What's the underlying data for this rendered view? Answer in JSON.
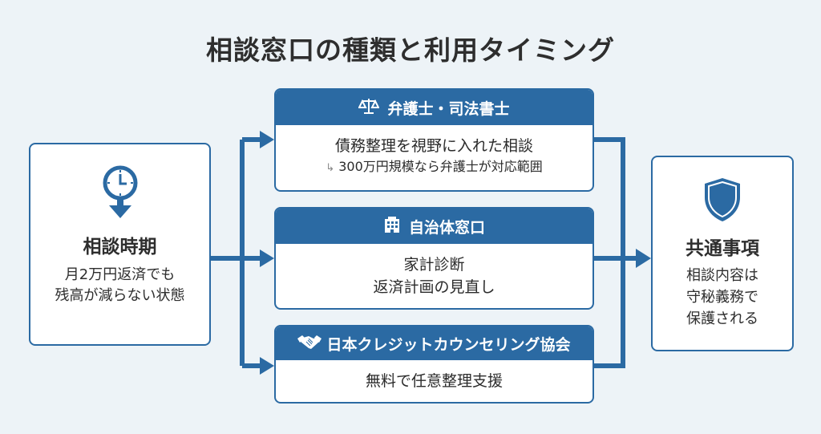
{
  "title": "相談窓口の種類と利用タイミング",
  "colors": {
    "accent": "#2b6aa3",
    "background": "#edf3f7",
    "text": "#2e2e2e"
  },
  "timing": {
    "icon": "clock-down-arrow-icon",
    "heading": "相談時期",
    "lines": [
      "月2万円返済でも",
      "残高が減らない状態"
    ]
  },
  "windows": [
    {
      "icon": "scales-icon",
      "title": "弁護士・司法書士",
      "main": "債務整理を視野に入れた相談",
      "sub_prefix": "↳",
      "sub": "300万円規模なら弁護士が対応範囲"
    },
    {
      "icon": "building-icon",
      "title": "自治体窓口",
      "lines": [
        "家計診断",
        "返済計画の見直し"
      ]
    },
    {
      "icon": "handshake-icon",
      "title": "日本クレジットカウンセリング協会",
      "lines": [
        "無料で任意整理支援"
      ]
    }
  ],
  "common": {
    "icon": "shield-icon",
    "heading": "共通事項",
    "lines": [
      "相談内容は",
      "守秘義務で",
      "保護される"
    ]
  }
}
